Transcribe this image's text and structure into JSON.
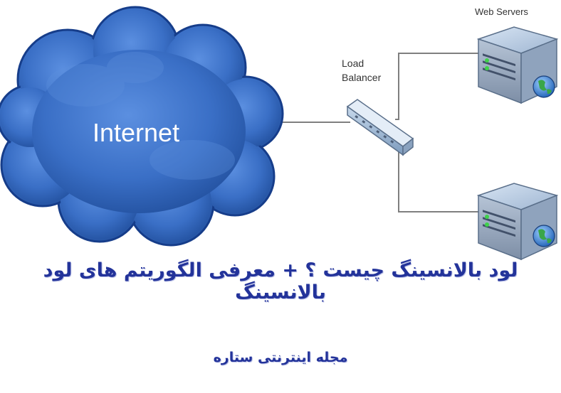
{
  "diagram": {
    "internet_label": "Internet",
    "load_balancer_label_line1": "Load",
    "load_balancer_label_line2": "Balancer",
    "web_servers_label": "Web Servers"
  },
  "caption": {
    "headline": "لود بالانسینگ چیست ؟ + معرفی الگوریتم های لود بالانسینگ",
    "footer": "مجله اینترنتی ستاره"
  },
  "colors": {
    "cloud": "#3a6fc6",
    "cloud_edge": "#163d8a",
    "text_blue": "#23339a",
    "connector": "#7f7f7f"
  },
  "icons": [
    "cloud-icon",
    "load-balancer-icon",
    "server-icon",
    "globe-icon"
  ]
}
